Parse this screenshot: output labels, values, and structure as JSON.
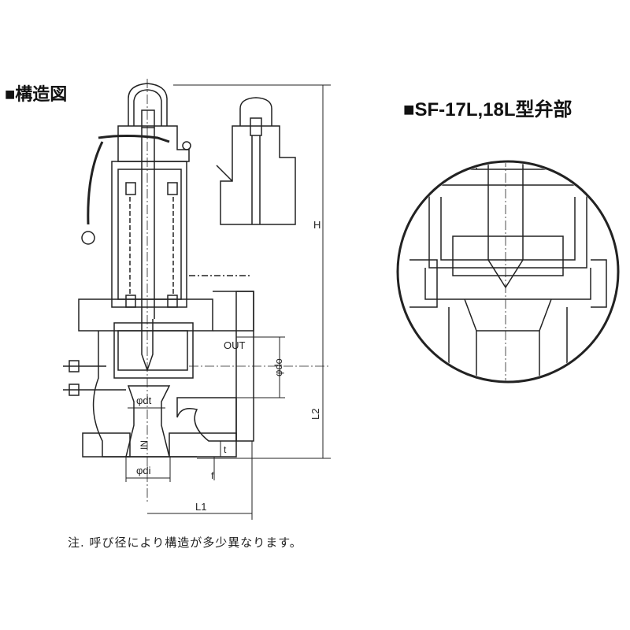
{
  "titles": {
    "structure": "■構造図",
    "valve_detail": "■SF-17L,18L型弁部"
  },
  "dimensions": {
    "H": "H",
    "L2": "L2",
    "L1": "L1",
    "OUT": "OUT",
    "IN": "IN",
    "phi_do": "φdo",
    "phi_dt": "φdt",
    "phi_di": "φdi",
    "t": "t",
    "f": "f"
  },
  "note": "注. 呼び径により構造が多少異なります。"
}
